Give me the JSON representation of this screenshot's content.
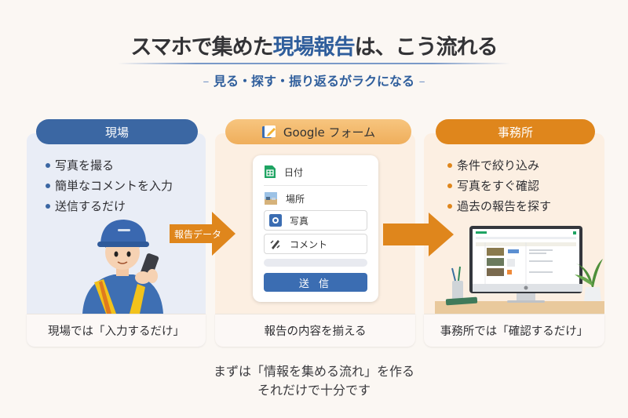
{
  "header": {
    "title_pre": "スマホで集めた",
    "title_accent": "現場報告",
    "title_post": "は、こう流れる",
    "subtitle_dash_left": "–",
    "subtitle": "見る・探す・振り返るがラクになる",
    "subtitle_dash_right": "–"
  },
  "colors": {
    "blue": "#3b67a3",
    "orange": "#df861c",
    "gform_pill": "#f2b465",
    "background": "#fbf7f3"
  },
  "panels": {
    "field": {
      "label": "現場",
      "bullets": [
        "写真を撮る",
        "簡単なコメントを入力",
        "送信するだけ"
      ],
      "illustration": "worker-with-smartphone-icon",
      "footer": "現場では「入力するだけ」"
    },
    "form": {
      "label": "Google フォーム",
      "fields": {
        "date": "日付",
        "place": "場所",
        "photo": "写真",
        "comment": "コメント"
      },
      "submit": "送 信",
      "footer": "報告の内容を揃える"
    },
    "office": {
      "label": "事務所",
      "bullets": [
        "条件で絞り込み",
        "写真をすぐ確認",
        "過去の報告を探す"
      ],
      "illustration": "desktop-spreadsheet-icon",
      "footer": "事務所では「確認するだけ」"
    }
  },
  "arrows": {
    "first_label": "報告データ"
  },
  "closing": {
    "line1": "まずは「情報を集める流れ」を作る",
    "line2": "それだけで十分です"
  }
}
